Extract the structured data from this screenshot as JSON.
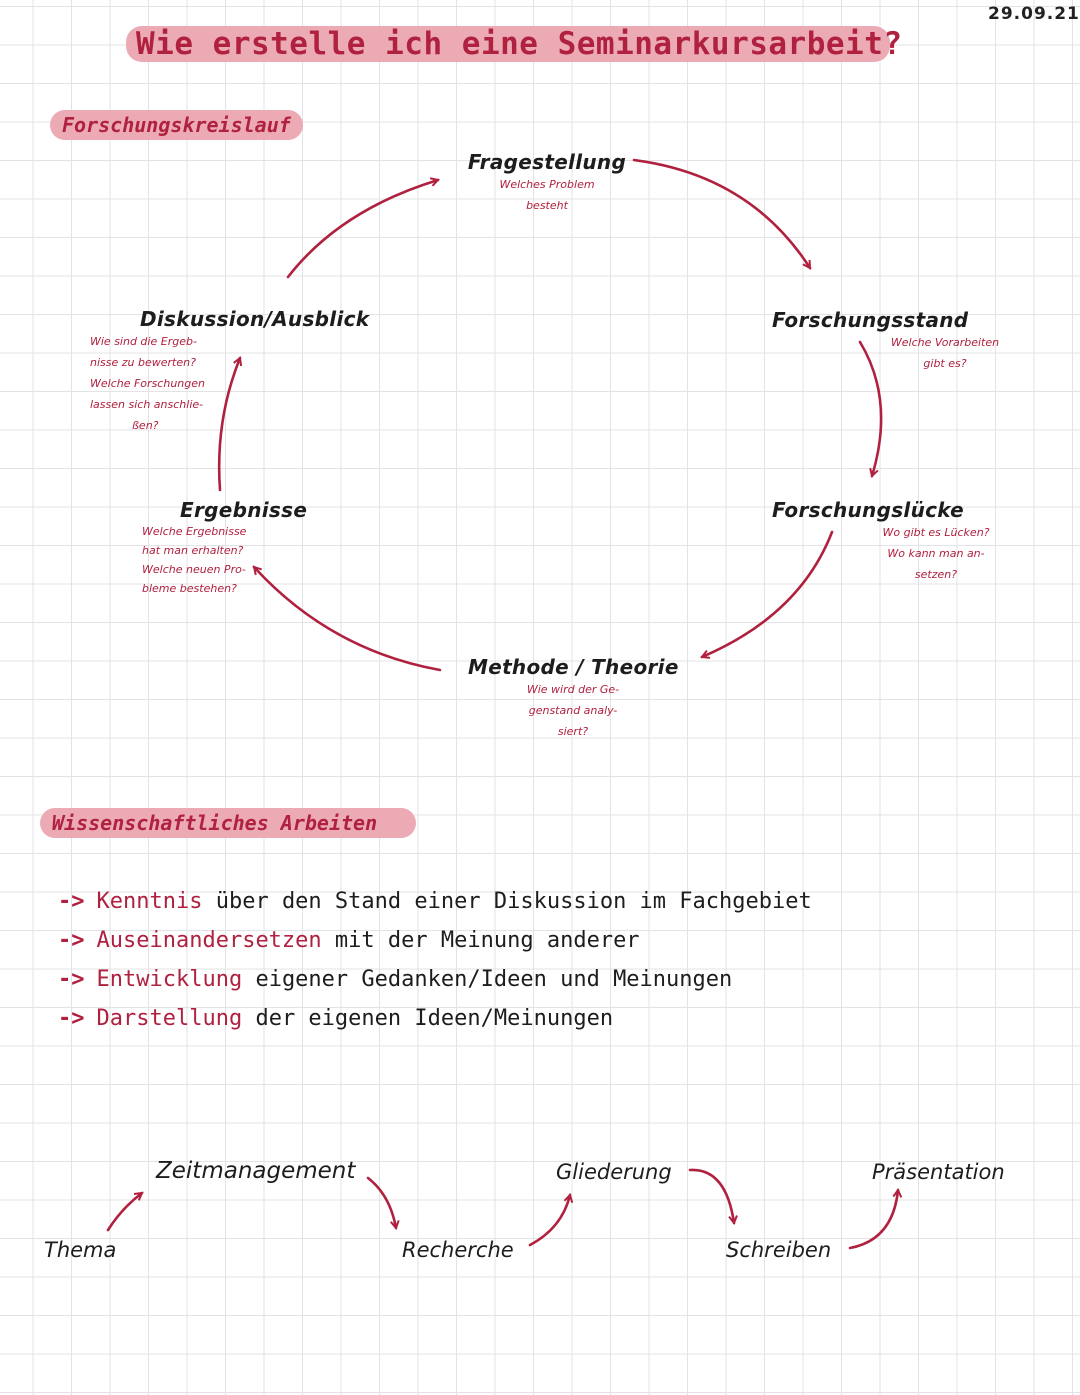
{
  "date": "29.09.21",
  "title": "Wie erstelle ich eine Seminarkursarbeit?",
  "section1": {
    "heading": "Forschungskreislauf",
    "nodes": {
      "fragestellung": {
        "label": "Fragestellung",
        "lines": [
          "Welches Problem",
          "besteht"
        ]
      },
      "forschungsstand": {
        "label": "Forschungsstand",
        "lines": [
          "Welche Vorarbeiten",
          "gibt es?"
        ]
      },
      "forschungsluecke": {
        "label": "Forschungslücke",
        "lines": [
          "Wo gibt es Lücken?",
          "Wo kann man an-",
          "setzen?"
        ]
      },
      "methode": {
        "label": "Methode / Theorie",
        "lines": [
          "Wie wird der Ge-",
          "genstand analy-",
          "siert?"
        ]
      },
      "ergebnisse": {
        "label": "Ergebnisse",
        "lines": [
          "Welche Ergebnisse",
          "hat man erhalten?",
          "Welche neuen Pro-",
          "bleme bestehen?"
        ]
      },
      "diskussion": {
        "label": "Diskussion/Ausblick",
        "lines": [
          "Wie sind die Ergeb-",
          "nisse zu bewerten?",
          "Welche Forschungen",
          "lassen sich anschlie-",
          "ßen?"
        ]
      }
    }
  },
  "section2": {
    "heading": "Wissenschaftliches Arbeiten",
    "arrow": "->",
    "items": [
      {
        "keyword": "Kenntnis",
        "rest": " über den Stand einer Diskussion im Fachgebiet"
      },
      {
        "keyword": "Auseinandersetzen",
        "rest": " mit der Meinung anderer"
      },
      {
        "keyword": "Entwicklung",
        "rest": " eigener Gedanken/Ideen und Meinungen"
      },
      {
        "keyword": "Darstellung",
        "rest": " der eigenen Ideen/Meinungen"
      }
    ]
  },
  "flow": {
    "steps": [
      "Thema",
      "Zeitmanagement",
      "Recherche",
      "Gliederung",
      "Schreiben",
      "Präsentation"
    ]
  },
  "colors": {
    "accent": "#b0213f",
    "highlight": "#ecaab5",
    "ink": "#1d1d1d",
    "grid": "#e3e3e6"
  }
}
